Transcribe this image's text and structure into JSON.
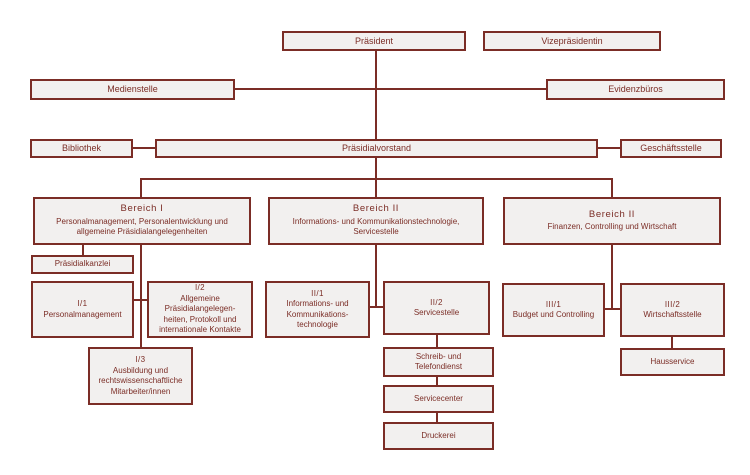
{
  "colors": {
    "accent": "#7b2d26",
    "box_fill": "#f2f0ef",
    "background": "#ffffff"
  },
  "boxes": {
    "praesident": {
      "lines": [
        "Präsident"
      ]
    },
    "vizepraesidentin": {
      "lines": [
        "Vizepräsidentin"
      ]
    },
    "medienstelle": {
      "lines": [
        "Medienstelle"
      ]
    },
    "evidenzbueros": {
      "lines": [
        "Evidenzbüros"
      ]
    },
    "bibliothek": {
      "lines": [
        "Bibliothek"
      ]
    },
    "praesidialvorstand": {
      "lines": [
        "Präsidialvorstand"
      ]
    },
    "geschaeftsstelle": {
      "lines": [
        "Geschäftsstelle"
      ]
    },
    "bereich_i": {
      "lines": [
        "Bereich I",
        "Personalmanagement, Personalentwicklung und",
        "allgemeine Präsidialangelegenheiten"
      ]
    },
    "bereich_ii": {
      "lines": [
        "Bereich II",
        "Informations- und Kommunikationstechnologie,",
        "Servicestelle"
      ]
    },
    "bereich_iii": {
      "lines": [
        "Bereich II",
        "Finanzen, Controlling und Wirtschaft"
      ]
    },
    "praesidialkanzlei": {
      "lines": [
        "Präsidialkanzlei"
      ]
    },
    "i1": {
      "lines": [
        "I/1",
        "Personalmanagement"
      ]
    },
    "i2": {
      "lines": [
        "I/2",
        "Allgemeine",
        "Präsidialangelegen-",
        "heiten, Protokoll und",
        "internationale Kontakte"
      ]
    },
    "i3": {
      "lines": [
        "I/3",
        "Ausbildung und",
        "rechtswissenschaftliche",
        "Mitarbeiter/innen"
      ]
    },
    "ii1": {
      "lines": [
        "II/1",
        "Informations- und",
        "Kommunikations-",
        "technologie"
      ]
    },
    "ii2": {
      "lines": [
        "II/2",
        "Servicestelle"
      ]
    },
    "schreib_telefondienst": {
      "lines": [
        "Schreib- und",
        "Telefondienst"
      ]
    },
    "servicecenter": {
      "lines": [
        "Servicecenter"
      ]
    },
    "druckerei": {
      "lines": [
        "Druckerei"
      ]
    },
    "iii1": {
      "lines": [
        "III/1",
        "Budget und Controlling"
      ]
    },
    "iii2": {
      "lines": [
        "III/2",
        "Wirtschaftsstelle"
      ]
    },
    "hausservice": {
      "lines": [
        "Hausservice"
      ]
    }
  }
}
